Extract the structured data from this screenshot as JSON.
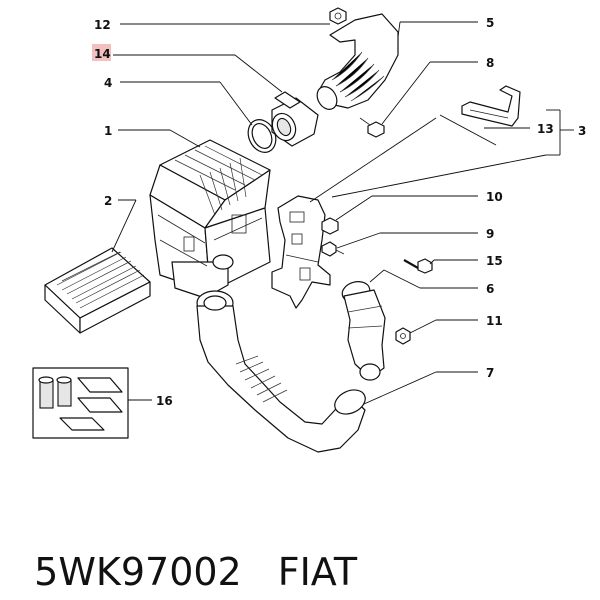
{
  "callouts": {
    "c1": "1",
    "c2": "2",
    "c3": "3",
    "c4": "4",
    "c5": "5",
    "c6": "6",
    "c7": "7",
    "c8": "8",
    "c9": "9",
    "c10": "10",
    "c11": "11",
    "c12": "12",
    "c13": "13",
    "c14": "14",
    "c15": "15",
    "c16": "16"
  },
  "highlight_callout": "14",
  "highlight_color": "#f2c0c0",
  "footer": {
    "part_number": "5WK97002",
    "brand": "FIAT"
  }
}
